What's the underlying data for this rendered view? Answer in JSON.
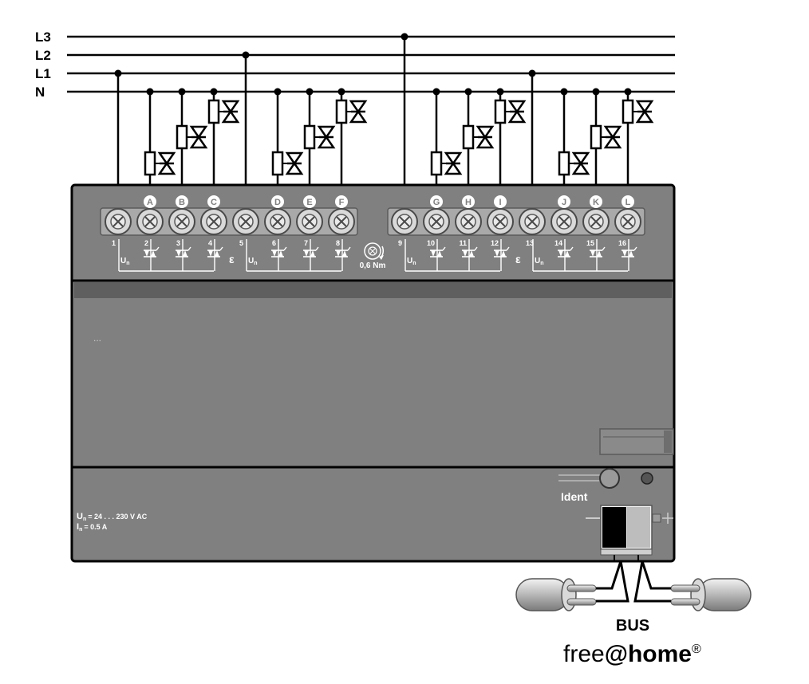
{
  "lines": [
    "L3",
    "L2",
    "L1",
    "N"
  ],
  "groups": [
    {
      "common": "1",
      "outputs": [
        {
          "letter": "A",
          "num": "2"
        },
        {
          "letter": "B",
          "num": "3"
        },
        {
          "letter": "C",
          "num": "4"
        }
      ]
    },
    {
      "common": "5",
      "outputs": [
        {
          "letter": "D",
          "num": "6"
        },
        {
          "letter": "E",
          "num": "7"
        },
        {
          "letter": "F",
          "num": "8"
        }
      ]
    },
    {
      "common": "9",
      "outputs": [
        {
          "letter": "G",
          "num": "10"
        },
        {
          "letter": "H",
          "num": "11"
        },
        {
          "letter": "I",
          "num": "12"
        }
      ]
    },
    {
      "common": "13",
      "outputs": [
        {
          "letter": "J",
          "num": "14"
        },
        {
          "letter": "K",
          "num": "15"
        },
        {
          "letter": "L",
          "num": "16"
        }
      ]
    }
  ],
  "un_symbol": "U",
  "un_sub": "n",
  "torque": "0,6 Nm",
  "dots": "...",
  "rating": {
    "un_prefix": "U",
    "un_sub": "n",
    "un_value": "= 24 . . . 230 V AC",
    "in_prefix": "I",
    "in_sub": "n",
    "in_value": "= 0.5 A"
  },
  "ident_label": "Ident",
  "bus_label": "BUS",
  "brand": {
    "a": "free",
    "b": "@home",
    "c": "®"
  },
  "colors": {
    "line": "#000000",
    "device": "#808080",
    "device_dark": "#5f5f5f",
    "bezel": "#a9a9a9"
  }
}
